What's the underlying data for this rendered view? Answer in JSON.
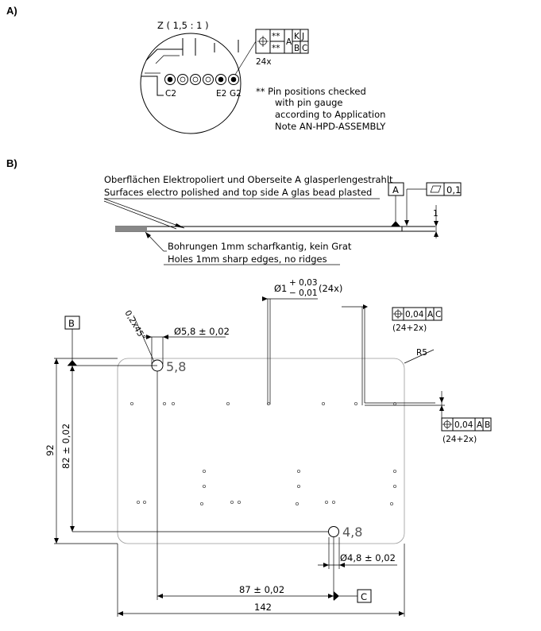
{
  "sections": {
    "a": "A)",
    "b": "B)"
  },
  "detail": {
    "title": "Z ( 1,5 : 1 )",
    "pin_labels": [
      "C2",
      "E2",
      "G2"
    ],
    "fcf": {
      "stars1": "**",
      "stars2": "**",
      "datum_a": "A",
      "k": "K",
      "j": "J",
      "b": "B",
      "c": "C",
      "count": "24x"
    },
    "note": [
      "**  Pin positions checked",
      "with pin gauge",
      "according to Application",
      "Note AN-HPD-ASSEMBLY"
    ]
  },
  "side_view": {
    "note_top": [
      "Oberflächen Elektropoliert und Oberseite A glasperlengestrahlt",
      "Surfaces electro polished and top side A glas bead plasted"
    ],
    "note_bottom": [
      "Bohrungen 1mm scharfkantig, kein Grat",
      "Holes 1mm sharp edges, no ridges"
    ],
    "datum": "A",
    "flatness": "0,1",
    "thickness": "1"
  },
  "plan_view": {
    "hole_dia": "Ø1",
    "tol_plus": "+ 0,03",
    "tol_minus": "− 0,01",
    "hole_count": "(24x)",
    "pos_tol_1": {
      "value": "0,04",
      "d1": "A",
      "d2": "C",
      "count": "(24+2x)"
    },
    "pos_tol_2": {
      "value": "0,04",
      "d1": "A",
      "d2": "B",
      "count": "(24+2x)"
    },
    "chamfer": "0,2x45°",
    "dia_58": "Ø5,8 ± 0,02",
    "label_58": "5,8",
    "label_48": "4,8",
    "dia_48": "Ø4,8 ± 0,02",
    "radius": "R5",
    "datum_b": "B",
    "datum_c": "C",
    "dim_92": "92",
    "dim_82": "82 ± 0,02",
    "dim_87": "87 ± 0,02",
    "dim_142": "142"
  }
}
